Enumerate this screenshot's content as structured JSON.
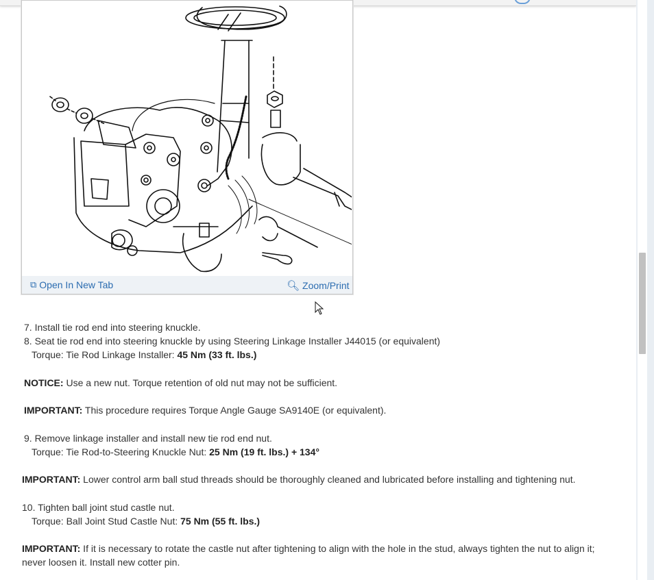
{
  "figure": {
    "open_tab_label": "Open In New Tab",
    "zoom_label": "Zoom/Print",
    "open_tab_icon": "open-in-new-tab-icon",
    "zoom_icon": "zoom-magnifier-icon"
  },
  "steps": {
    "s7": "7. Install tie rod end into steering knuckle.",
    "s8": "8. Seat tie rod end into steering knuckle by using Steering Linkage Installer J44015 (or equivalent)",
    "s8_torque_label": "Torque: Tie Rod Linkage Installer: ",
    "s8_torque_value": "45 Nm (33 ft. lbs.)",
    "notice_label": "NOTICE:",
    "notice_text": " Use a new nut. Torque retention of old nut may not be sufficient.",
    "important1_label": "IMPORTANT:",
    "important1_text": " This procedure requires Torque Angle Gauge SA9140E (or equivalent).",
    "s9": "9. Remove linkage installer and install new tie rod end nut.",
    "s9_torque_label": "Torque: Tie Rod-to-Steering Knuckle Nut: ",
    "s9_torque_value": "25 Nm (19 ft. lbs.) + 134°",
    "important2_label": "IMPORTANT:",
    "important2_text": " Lower control arm ball stud threads should be thoroughly cleaned and lubricated before installing and tightening nut.",
    "s10": "10. Tighten ball joint stud castle nut.",
    "s10_torque_label": "Torque: Ball Joint Stud Castle Nut: ",
    "s10_torque_value": "75 Nm (55 ft. lbs.)",
    "important3_label": "IMPORTANT:",
    "important3_text": " If it is necessary to rotate the castle nut after tightening to align with the hole in the stud, always tighten the nut to align it;",
    "important3_text2": "never loosen it. Install new cotter pin."
  },
  "colors": {
    "link": "#2b6cb0",
    "toolbar_bg": "#eef2f6",
    "scroll_thumb": "#c1c1c1"
  }
}
